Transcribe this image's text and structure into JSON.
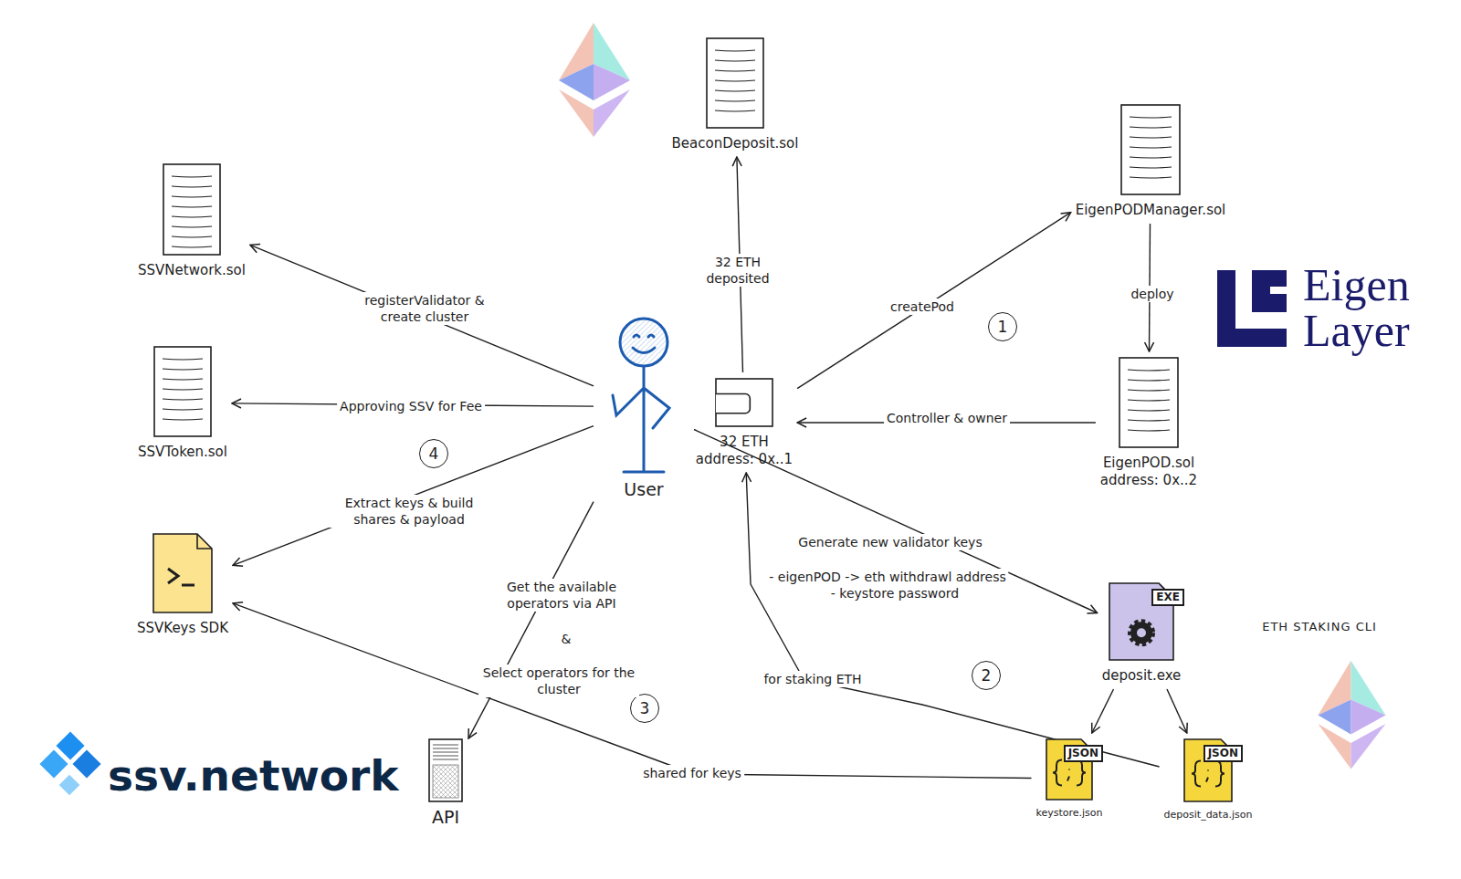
{
  "diagram": {
    "nodes": [
      {
        "text": [
          "BeaconDeposit.sol"
        ]
      },
      {
        "text": [
          "EigenPODManager.sol"
        ]
      },
      {
        "text": [
          "SSVNetwork.sol"
        ]
      },
      {
        "text": [
          "SSVToken.sol"
        ]
      },
      {
        "text": [
          "User"
        ]
      },
      {
        "text": [
          "32 ETH",
          "address: 0x..1"
        ]
      },
      {
        "text": [
          "EigenPOD.sol",
          "address: 0x..2"
        ]
      },
      {
        "text": [
          "SSVKeys SDK"
        ]
      },
      {
        "text": [
          "EXE",
          "deposit.exe"
        ]
      },
      {
        "text": [
          "API"
        ]
      },
      {
        "text": [
          "JSON",
          "keystore.json"
        ]
      },
      {
        "text": [
          "JSON",
          "deposit_data.json"
        ]
      }
    ],
    "edges": [
      {
        "from": 5,
        "to": 0,
        "label": "32 ETH deposited",
        "arrow": "to"
      },
      {
        "from": 5,
        "to": 1,
        "label": "createPod",
        "arrow": "to"
      },
      {
        "from": 1,
        "to": 6,
        "label": "deploy",
        "arrow": "to"
      },
      {
        "from": 6,
        "to": 5,
        "label": "Controller & owner",
        "arrow": "to"
      },
      {
        "from": 4,
        "to": 2,
        "label": "registerValidator & create cluster",
        "arrow": "to"
      },
      {
        "from": 4,
        "to": 3,
        "label": "Approving SSV for Fee",
        "arrow": "to"
      },
      {
        "from": 4,
        "to": 7,
        "label": "Extract keys & build shares & payload",
        "arrow": "to"
      },
      {
        "from": 4,
        "to": 9,
        "label": "Get the available operators via API",
        "arrow": "to"
      },
      {
        "from": 4,
        "to": 8,
        "label": "Generate new validator keys",
        "arrow": "to"
      },
      {
        "from": 8,
        "to": 10,
        "arrow": "to"
      },
      {
        "from": 8,
        "to": 11,
        "arrow": "to"
      },
      {
        "from": 10,
        "to": 7,
        "label": "shared for keys",
        "arrow": "to"
      },
      {
        "from": 11,
        "to": 5,
        "label": "for staking ETH",
        "arrow": "to"
      }
    ],
    "labels": [
      "1",
      "2",
      "3",
      "4",
      "&",
      "Select operators for the cluster",
      "- eigenPOD -> eth withdrawl address",
      "- keystore password",
      "ETH STAKING CLI",
      "Eigen",
      "Layer",
      "ssv.network"
    ]
  }
}
